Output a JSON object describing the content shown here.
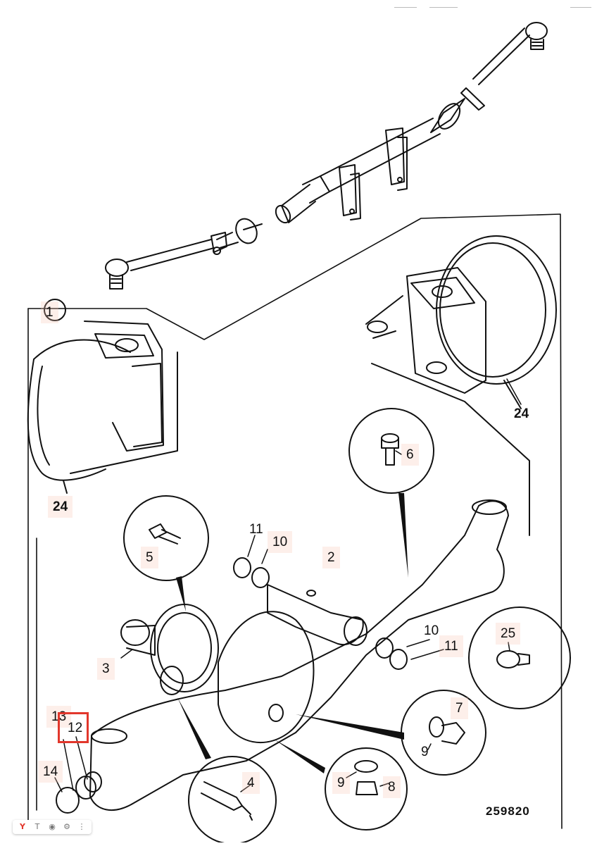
{
  "diagram": {
    "figure_number": "259820",
    "callouts": {
      "c1": "1",
      "c2": "2",
      "c3": "3",
      "c4": "4",
      "c5": "5",
      "c6": "6",
      "c7": "7",
      "c8": "8",
      "c9a": "9",
      "c9b": "9",
      "c10a": "10",
      "c10b": "10",
      "c11a": "11",
      "c11b": "11",
      "c12": "12",
      "c13": "13",
      "c14": "14",
      "c24a": "24",
      "c24b": "24",
      "c25": "25"
    },
    "highlight_color": "#e2372c"
  },
  "toolbar": {
    "icons": [
      "logo-icon",
      "text-select-icon",
      "eye-icon",
      "settings-icon",
      "more-icon"
    ],
    "glyphs": {
      "logo": "Y",
      "text": "T",
      "eye": "◉",
      "settings": "⚙",
      "more": "⋮"
    }
  }
}
